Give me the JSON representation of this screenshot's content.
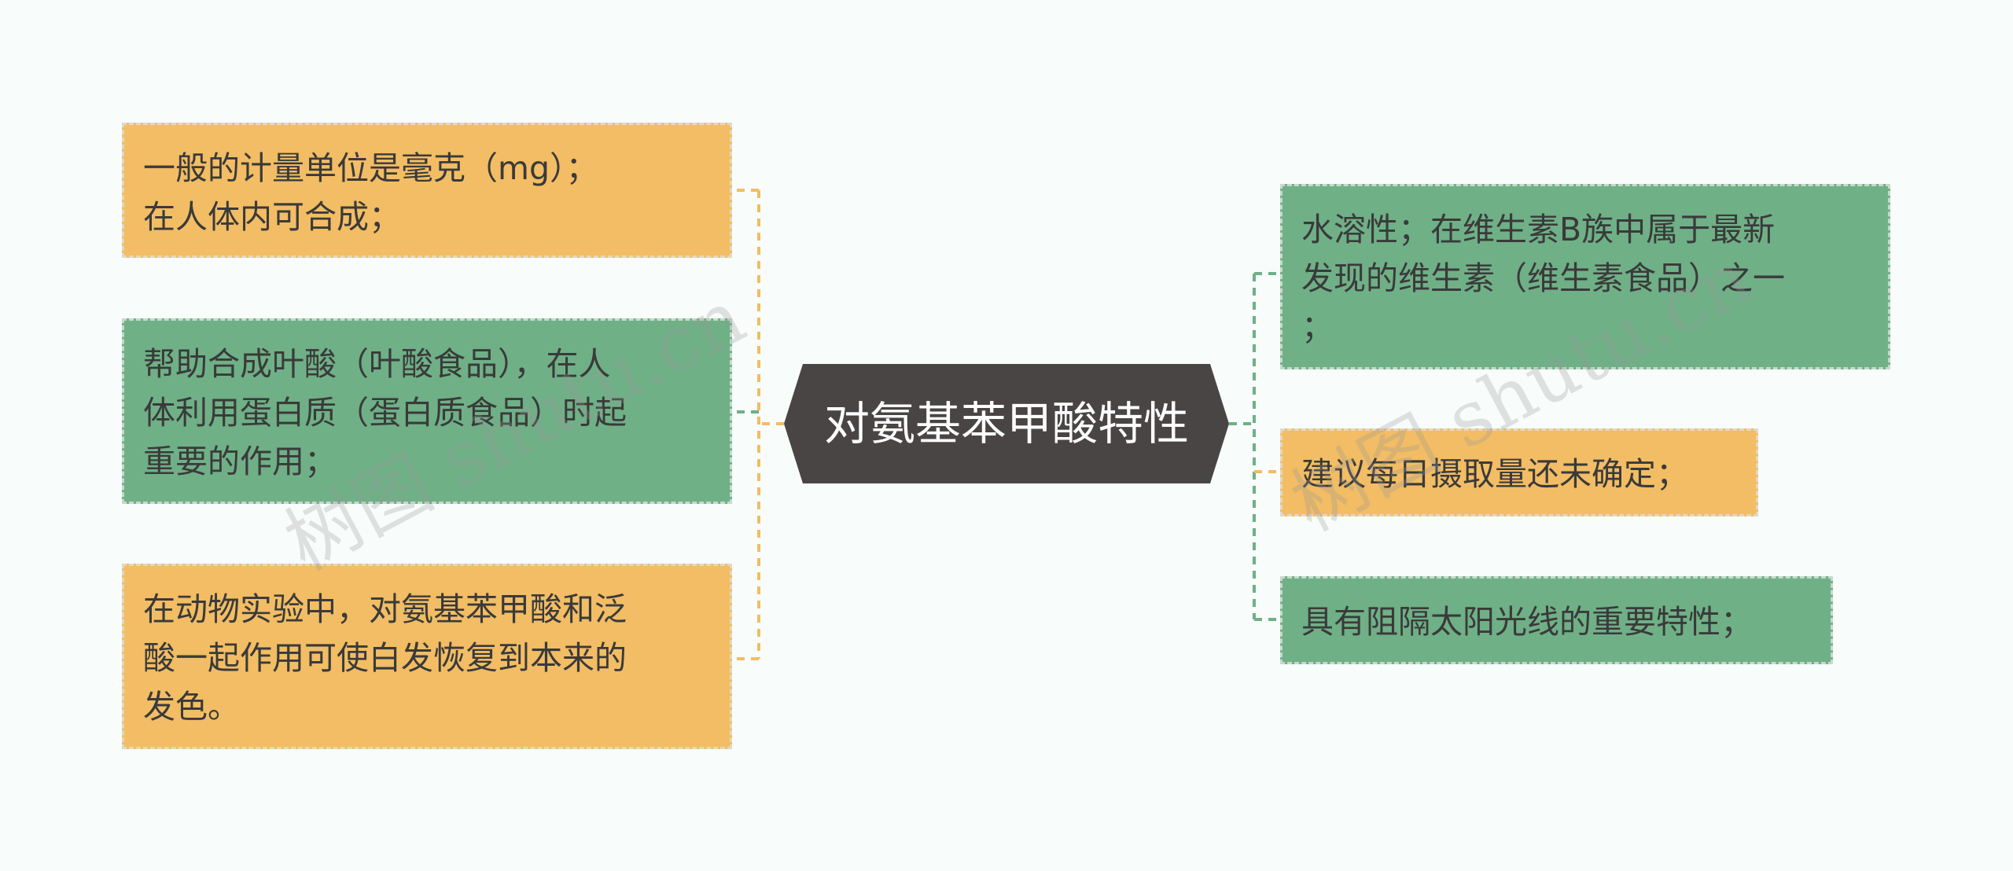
{
  "center": {
    "label": "对氨基苯甲酸特性"
  },
  "left_nodes": [
    {
      "text": "一般的计量单位是毫克（mg）；\n在人体内可合成；",
      "color": "orange"
    },
    {
      "text": "帮助合成叶酸（叶酸食品），在人\n体利用蛋白质（蛋白质食品）时起\n重要的作用；",
      "color": "green"
    },
    {
      "text": "在动物实验中，对氨基苯甲酸和泛\n酸一起作用可使白发恢复到本来的\n发色。",
      "color": "orange"
    }
  ],
  "right_nodes": [
    {
      "text": "水溶性；在维生素B族中属于最新\n发现的维生素（维生素食品）之一\n；",
      "color": "green"
    },
    {
      "text": "建议每日摄取量还未确定；",
      "color": "orange"
    },
    {
      "text": "具有阻隔太阳光线的重要特性；",
      "color": "green"
    }
  ],
  "watermark": {
    "text": "树图 shutu.cn"
  },
  "colors": {
    "orange": "#f2bd64",
    "green": "#6fb087",
    "center_fill": "#4a4545",
    "background": "#f8fcfb"
  }
}
